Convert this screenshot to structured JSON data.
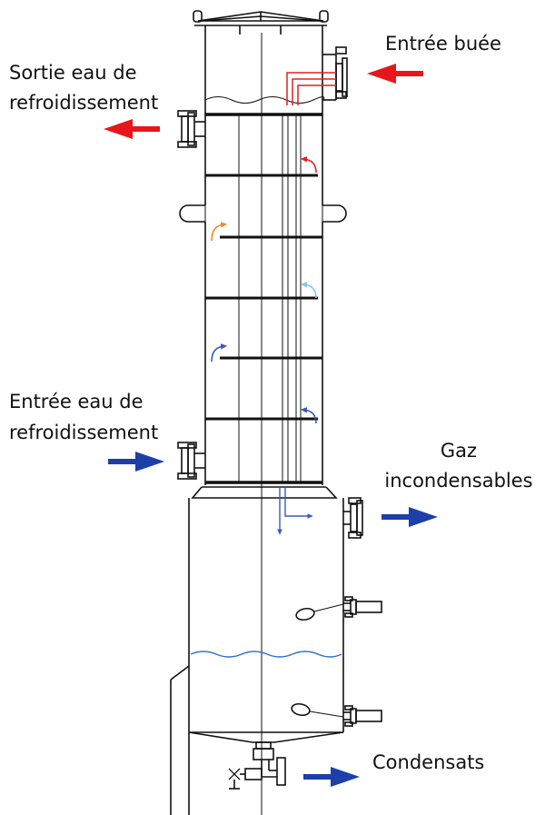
{
  "labels": {
    "steam_inlet": "Entrée buée",
    "cooling_outlet_1": "Sortie eau de",
    "cooling_outlet_2": "refroidissement",
    "cooling_inlet_1": "Entrée eau de",
    "cooling_inlet_2": "refroidissement",
    "noncondensable_1": "Gaz",
    "noncondensable_2": "incondensables",
    "condensate": "Condensats"
  },
  "colors": {
    "hot_arrow": "#e8161b",
    "cold_arrow": "#1c3fa8",
    "line": "#111111",
    "water_level": "#2f6fd6",
    "flow_red": "#e1201f",
    "flow_orange": "#f08a2c",
    "flow_lightblue": "#7cc8f0",
    "flow_blue": "#3a5bb8"
  },
  "icons": [
    "arrow-right-icon",
    "arrow-left-icon",
    "flow-curve-arrow-icon",
    "valve-icon",
    "flange-icon"
  ]
}
